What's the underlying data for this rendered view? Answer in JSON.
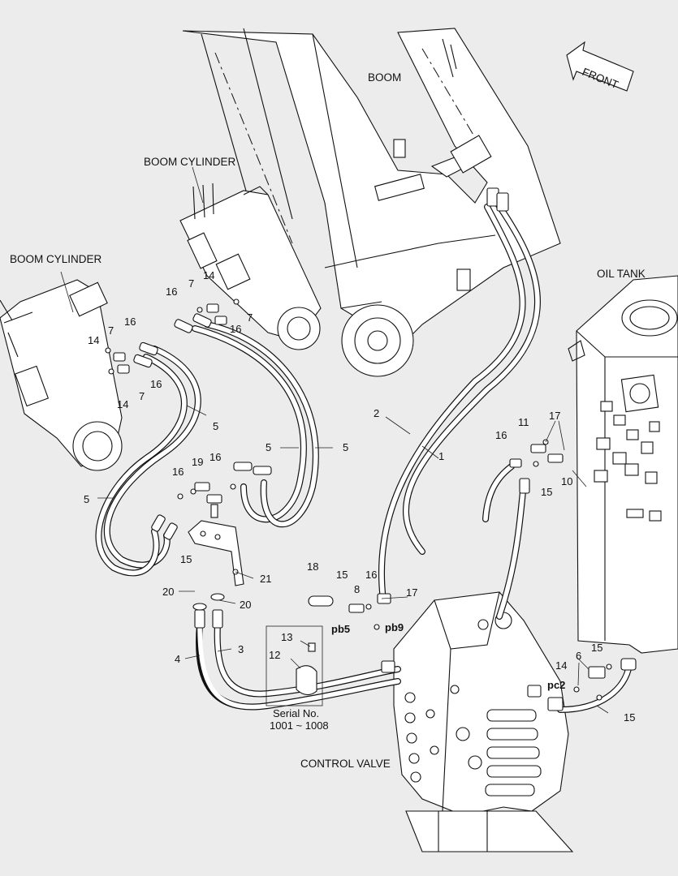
{
  "headings": {
    "boom": "BOOM",
    "boom_cylinder_upper": "BOOM CYLINDER",
    "boom_cylinder_left": "BOOM CYLINDER",
    "oil_tank": "OIL TANK",
    "control_valve": "CONTROL VALVE",
    "front": "FRONT"
  },
  "serial_note": {
    "line1": "Serial No.",
    "line2": "1001 ~ 1008"
  },
  "ports": {
    "pb5": "pb5",
    "pb9": "pb9",
    "pc2": "pc2"
  },
  "callouts": {
    "c1": "1",
    "c2": "2",
    "c3": "3",
    "c4": "4",
    "c5a": "5",
    "c5b": "5",
    "c5c": "5",
    "c5d": "5",
    "c6": "6",
    "c7a": "7",
    "c7b": "7",
    "c7c": "7",
    "c7d": "7",
    "c8": "8",
    "c10": "10",
    "c11": "11",
    "c12": "12",
    "c13": "13",
    "c14a": "14",
    "c14b": "14",
    "c14c": "14",
    "c14d": "14",
    "c15a": "15",
    "c15b": "15",
    "c15c": "15",
    "c15d": "15",
    "c15e": "15",
    "c16a": "16",
    "c16b": "16",
    "c16c": "16",
    "c16d": "16",
    "c16e": "16",
    "c16f": "16",
    "c16g": "16",
    "c16h": "16",
    "c17a": "17",
    "c17b": "17",
    "c18": "18",
    "c19": "19",
    "c20a": "20",
    "c20b": "20",
    "c21": "21"
  }
}
